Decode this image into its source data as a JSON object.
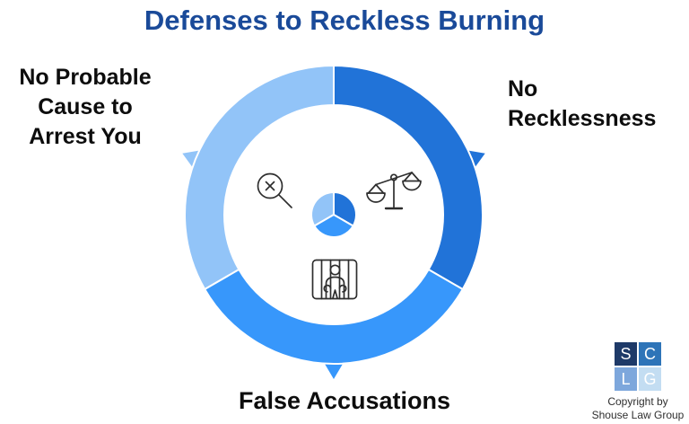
{
  "title": "Defenses to Reckless Burning",
  "labels": {
    "left": {
      "lines": [
        "No Probable",
        "Cause to",
        "Arrest You"
      ]
    },
    "right": {
      "lines": [
        "No",
        "Recklessness"
      ]
    },
    "bottom": "False Accusations"
  },
  "diagram": {
    "type": "three-segment-cycle-donut",
    "segments": [
      {
        "name": "No Probable Cause to Arrest You",
        "position": "top-left",
        "color": "#92c4f8",
        "icon": "magnifier-x-icon",
        "pointer_direction": "upper-left"
      },
      {
        "name": "No Recklessness",
        "position": "right",
        "color": "#2173d8",
        "icon": "scales-of-justice-icon",
        "pointer_direction": "upper-right"
      },
      {
        "name": "False Accusations",
        "position": "bottom",
        "color": "#3797fb",
        "icon": "jail-person-icon",
        "pointer_direction": "down"
      }
    ],
    "colors": {
      "light": "#92c4f8",
      "dark": "#2173d8",
      "medium": "#3797fb",
      "icon_stroke": "#2e2e2e",
      "divider": "#ffffff"
    }
  },
  "colors": {
    "title_text": "#1a4a99",
    "label_text": "#0d0d0d",
    "background": "#ffffff"
  },
  "logo": {
    "squares": [
      {
        "letter": "S",
        "color": "#1e3a68"
      },
      {
        "letter": "C",
        "color": "#2e74b8"
      },
      {
        "letter": "L",
        "color": "#7da7dc"
      },
      {
        "letter": "G",
        "color": "#c3ddf2"
      }
    ],
    "copyright_lines": [
      "Copyright by",
      "Shouse Law Group"
    ]
  }
}
